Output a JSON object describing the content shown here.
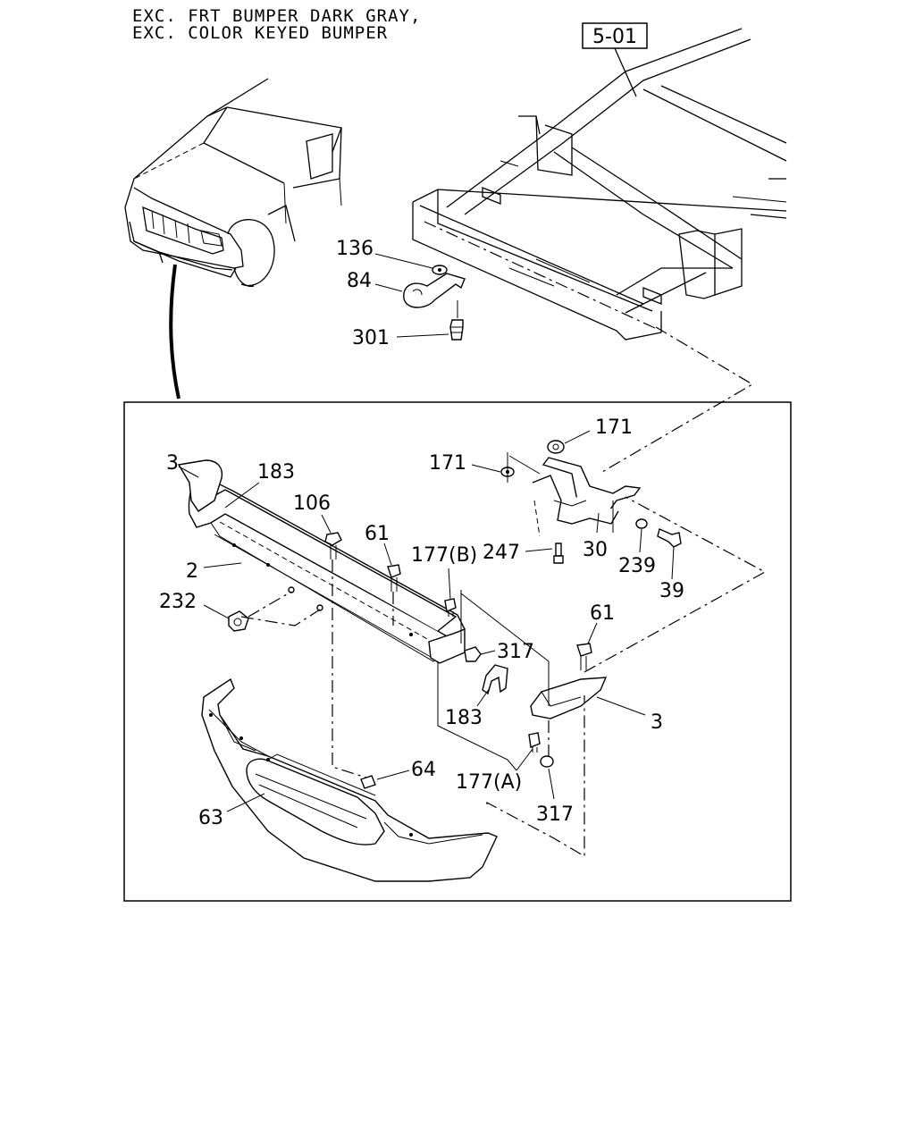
{
  "header": {
    "line1": "EXC. FRT BUMPER DARK GRAY,",
    "line2": "EXC. COLOR KEYED BUMPER"
  },
  "ref_box": "5-01",
  "callouts": {
    "c136": "136",
    "c84": "84",
    "c301": "301",
    "c171_top": "171",
    "c171_left": "171",
    "c3_left": "3",
    "c183_top": "183",
    "c106": "106",
    "c61_mid": "61",
    "c177b": "177(B)",
    "c247": "247",
    "c30": "30",
    "c239": "239",
    "c39": "39",
    "c2": "2",
    "c232": "232",
    "c317_mid": "317",
    "c61_right": "61",
    "c183_bottom": "183",
    "c3_right": "3",
    "c64": "64",
    "c177a": "177(A)",
    "c317_bottom": "317",
    "c63": "63"
  }
}
